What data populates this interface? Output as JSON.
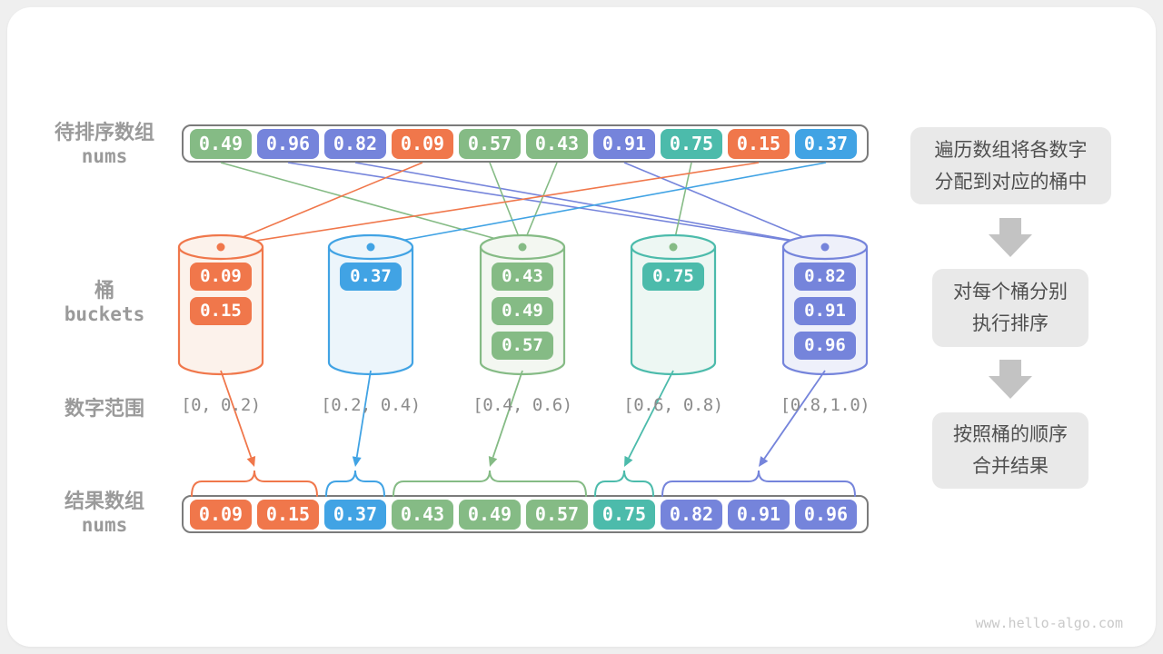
{
  "palette": {
    "green": "#85BB85",
    "purple": "#7584DB",
    "orange": "#F0774B",
    "teal": "#4CBBAB",
    "sky": "#41A3E4",
    "container_border": "#7B7B7B",
    "label_gray": "#9A9A9A",
    "range_gray": "#8C8C8C",
    "step_box_bg": "#E9E9E9",
    "step_text": "#4F4F4F",
    "step_arrow": "#C3C3C3",
    "watermark_gray": "#C9C9C9"
  },
  "labels": {
    "input_array_zh": "待排序数组",
    "input_array_en": "nums",
    "buckets_zh": "桶",
    "buckets_en": "buckets",
    "range_zh": "数字范围",
    "result_array_zh": "结果数组",
    "result_array_en": "nums"
  },
  "top_array": {
    "cells": [
      {
        "value": "0.49",
        "color": "green"
      },
      {
        "value": "0.96",
        "color": "purple"
      },
      {
        "value": "0.82",
        "color": "purple"
      },
      {
        "value": "0.09",
        "color": "orange"
      },
      {
        "value": "0.57",
        "color": "green"
      },
      {
        "value": "0.43",
        "color": "green"
      },
      {
        "value": "0.91",
        "color": "purple"
      },
      {
        "value": "0.75",
        "color": "teal"
      },
      {
        "value": "0.15",
        "color": "orange"
      },
      {
        "value": "0.37",
        "color": "sky"
      }
    ]
  },
  "buckets": [
    {
      "color": "orange",
      "fill": "#FCF2EB",
      "dot_color": "orange",
      "values": [
        "0.09",
        "0.15"
      ],
      "range": "[0, 0.2)"
    },
    {
      "color": "sky",
      "fill": "#ECF5FB",
      "dot_color": "sky",
      "values": [
        "0.37"
      ],
      "range": "[0.2, 0.4)"
    },
    {
      "color": "green",
      "fill": "#F3F7F1",
      "dot_color": "green",
      "values": [
        "0.43",
        "0.49",
        "0.57"
      ],
      "range": "[0.4, 0.6)"
    },
    {
      "color": "teal",
      "fill": "#EDF7F3",
      "dot_color": "green",
      "values": [
        "0.75"
      ],
      "range": "[0.6, 0.8)"
    },
    {
      "color": "purple",
      "fill": "#EEF0FA",
      "dot_color": "purple",
      "values": [
        "0.82",
        "0.91",
        "0.96"
      ],
      "range": "[0.8,1.0)"
    }
  ],
  "connections": [
    {
      "from_cell": 0,
      "to_bucket": 2,
      "color": "green"
    },
    {
      "from_cell": 1,
      "to_bucket": 4,
      "color": "purple"
    },
    {
      "from_cell": 2,
      "to_bucket": 4,
      "color": "purple"
    },
    {
      "from_cell": 3,
      "to_bucket": 0,
      "color": "orange"
    },
    {
      "from_cell": 4,
      "to_bucket": 2,
      "color": "green"
    },
    {
      "from_cell": 5,
      "to_bucket": 2,
      "color": "green"
    },
    {
      "from_cell": 6,
      "to_bucket": 4,
      "color": "purple"
    },
    {
      "from_cell": 7,
      "to_bucket": 3,
      "color": "green"
    },
    {
      "from_cell": 8,
      "to_bucket": 0,
      "color": "orange"
    },
    {
      "from_cell": 9,
      "to_bucket": 1,
      "color": "sky"
    }
  ],
  "result_array": {
    "cells": [
      {
        "value": "0.09",
        "color": "orange"
      },
      {
        "value": "0.15",
        "color": "orange"
      },
      {
        "value": "0.37",
        "color": "sky"
      },
      {
        "value": "0.43",
        "color": "green"
      },
      {
        "value": "0.49",
        "color": "green"
      },
      {
        "value": "0.57",
        "color": "green"
      },
      {
        "value": "0.75",
        "color": "teal"
      },
      {
        "value": "0.82",
        "color": "purple"
      },
      {
        "value": "0.91",
        "color": "purple"
      },
      {
        "value": "0.96",
        "color": "purple"
      }
    ],
    "groups": [
      {
        "from_bucket": 0,
        "start": 0,
        "end": 1,
        "color": "orange"
      },
      {
        "from_bucket": 1,
        "start": 2,
        "end": 2,
        "color": "sky"
      },
      {
        "from_bucket": 2,
        "start": 3,
        "end": 5,
        "color": "green"
      },
      {
        "from_bucket": 3,
        "start": 6,
        "end": 6,
        "color": "teal"
      },
      {
        "from_bucket": 4,
        "start": 7,
        "end": 9,
        "color": "purple"
      }
    ]
  },
  "steps": [
    {
      "line1": "遍历数组将各数字",
      "line2": "分配到对应的桶中"
    },
    {
      "line1": "对每个桶分别",
      "line2": "执行排序"
    },
    {
      "line1": "按照桶的顺序",
      "line2": "合并结果"
    }
  ],
  "watermark": "www.hello-algo.com"
}
